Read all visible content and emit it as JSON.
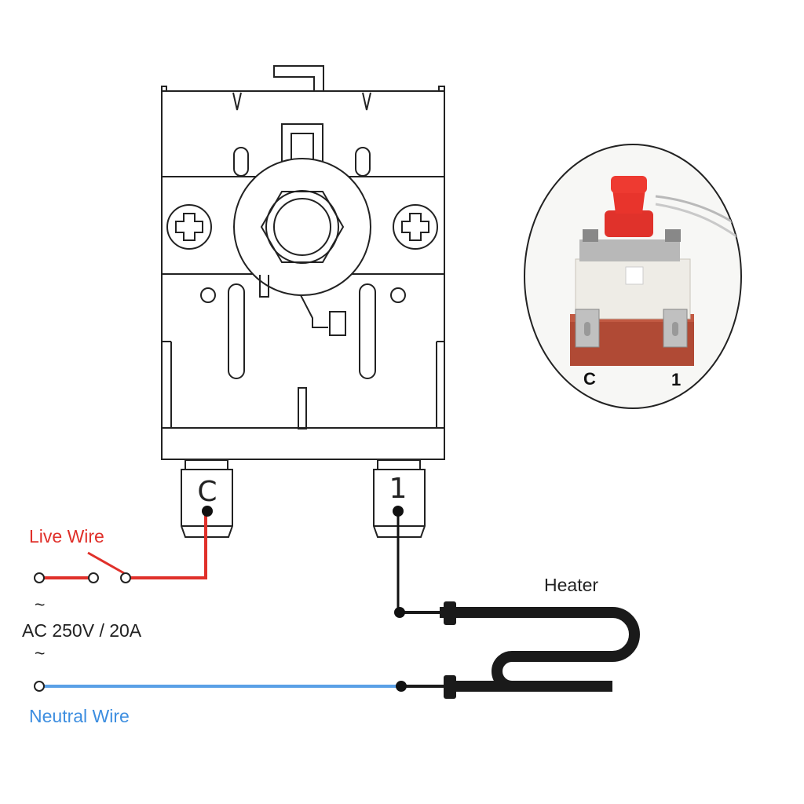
{
  "labels": {
    "terminal_c": "C",
    "terminal_1": "1",
    "live_wire": "Live Wire",
    "neutral_wire": "Neutral Wire",
    "supply": "AC 250V / 20A",
    "tilde_top": "~",
    "tilde_bottom": "~",
    "heater": "Heater",
    "photo_c": "C",
    "photo_1": "1"
  },
  "colors": {
    "live": "#e0302a",
    "neutral": "#5aa0e6",
    "outline": "#222222",
    "heater": "#1a1a1a"
  },
  "icons": {
    "left_screw": "screw-icon",
    "right_screw": "screw-icon",
    "hex_nut": "hex-nut-icon",
    "switch": "switch-icon"
  }
}
